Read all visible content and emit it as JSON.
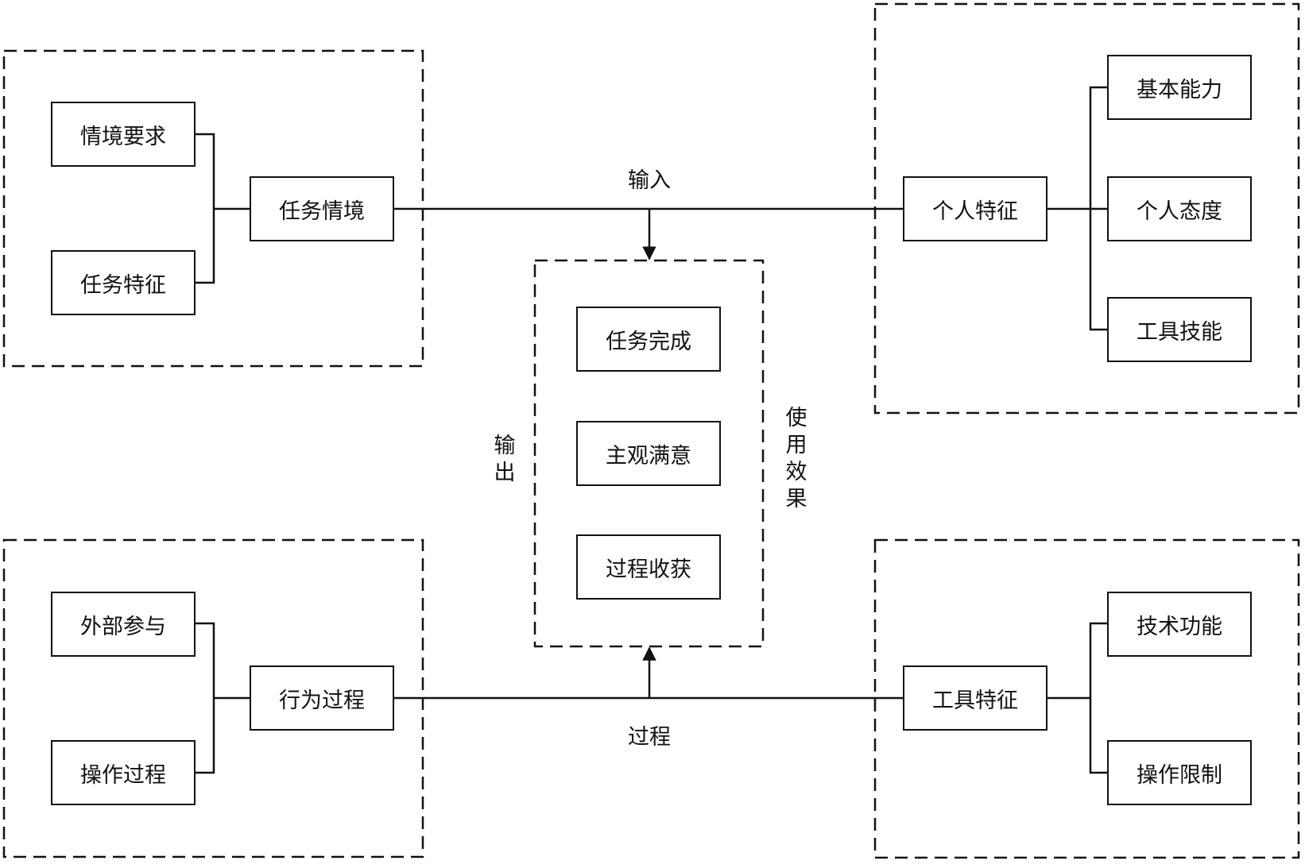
{
  "diagram": {
    "groups": {
      "task_context": {
        "main": "任务情境",
        "children": [
          "情境要求",
          "任务特征"
        ]
      },
      "personal": {
        "main": "个人特征",
        "children": [
          "基本能力",
          "个人态度",
          "工具技能"
        ]
      },
      "behavior": {
        "main": "行为过程",
        "children": [
          "外部参与",
          "操作过程"
        ]
      },
      "tool": {
        "main": "工具特征",
        "children": [
          "技术功能",
          "操作限制"
        ]
      },
      "effect": {
        "items": [
          "任务完成",
          "主观满意",
          "过程收获"
        ]
      }
    },
    "labels": {
      "input": "输入",
      "process": "过程",
      "output": "输出",
      "usage_effect": "使用效果"
    },
    "colors": {
      "line": "#111111",
      "background": "#ffffff"
    }
  }
}
